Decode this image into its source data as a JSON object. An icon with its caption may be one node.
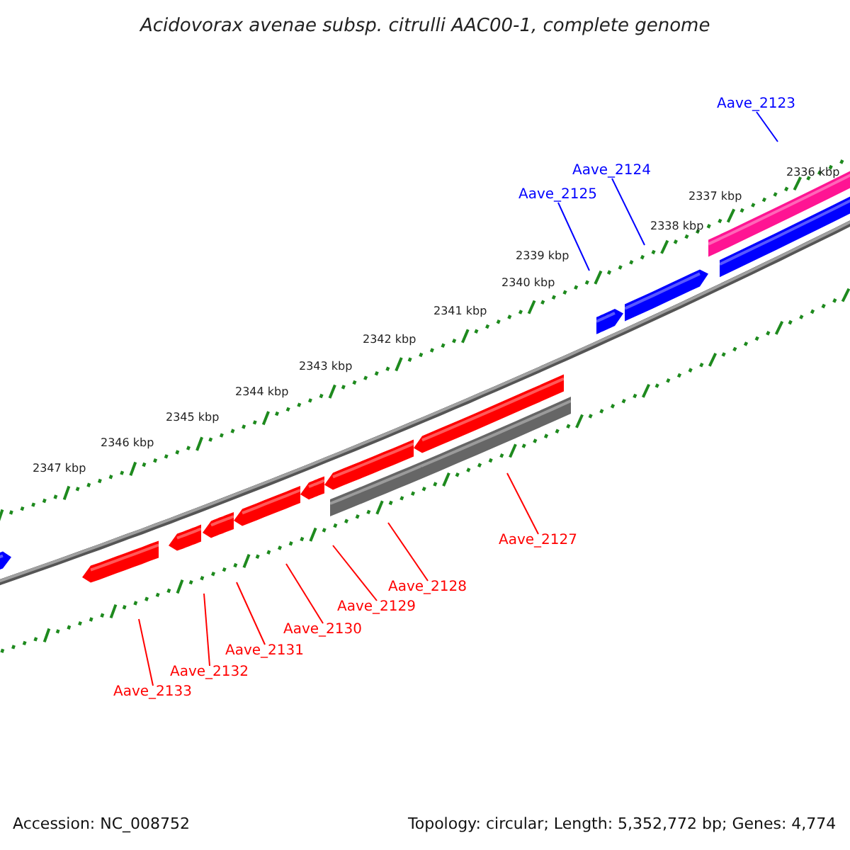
{
  "diagram": {
    "title": "Acidovorax avenae subsp. citrulli AAC00-1, complete genome",
    "nodes": [
      {
        "text": [
          "Aave_2123"
        ]
      },
      {
        "text": [
          "Aave_2124"
        ]
      },
      {
        "text": [
          "Aave_2125"
        ]
      },
      {
        "text": [
          "Aave_2127"
        ]
      },
      {
        "text": [
          "Aave_2128"
        ]
      },
      {
        "text": [
          "Aave_2129"
        ]
      },
      {
        "text": [
          "Aave_2130"
        ]
      },
      {
        "text": [
          "Aave_2131"
        ]
      },
      {
        "text": [
          "Aave_2132"
        ]
      },
      {
        "text": [
          "Aave_2133"
        ]
      }
    ],
    "edges": [
      {
        "from": 0,
        "to": null,
        "arrow": "none",
        "color": "#0000ff"
      },
      {
        "from": 1,
        "to": null,
        "arrow": "none",
        "color": "#0000ff"
      },
      {
        "from": 2,
        "to": null,
        "arrow": "none",
        "color": "#0000ff"
      },
      {
        "from": 3,
        "to": null,
        "arrow": "none"
      },
      {
        "from": 4,
        "to": null,
        "arrow": "none"
      },
      {
        "from": 5,
        "to": null,
        "arrow": "none"
      },
      {
        "from": 6,
        "to": null,
        "arrow": "none"
      },
      {
        "from": 7,
        "to": null,
        "arrow": "none"
      },
      {
        "from": 8,
        "to": null,
        "arrow": "none"
      },
      {
        "from": 9,
        "to": null,
        "arrow": "none"
      }
    ],
    "labels": [
      "2336 kbp",
      "2337 kbp",
      "2338 kbp",
      "2339 kbp",
      "2340 kbp",
      "2341 kbp",
      "2342 kbp",
      "2343 kbp",
      "2344 kbp",
      "2345 kbp",
      "2346 kbp",
      "2347 kbp",
      "Accession: NC_008752",
      "Topology: circular; Length: 5,352,772 bp; Genes: 4,774"
    ]
  }
}
